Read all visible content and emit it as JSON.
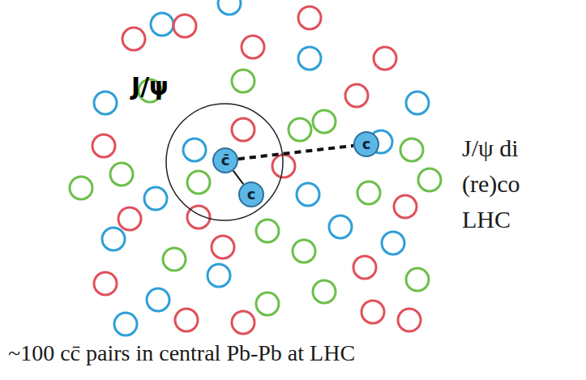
{
  "diagram": {
    "nodes": [
      {
        "text": [
          "J/ψ"
        ]
      },
      {
        "text": [
          "c̄"
        ],
        "in": 0
      },
      {
        "text": [
          "c"
        ],
        "in": 0
      },
      {
        "text": [
          "c"
        ]
      }
    ],
    "edges": [
      {
        "from": 1,
        "to": 2,
        "arrow": "none"
      },
      {
        "from": 1,
        "to": 3,
        "arrow": "none"
      }
    ],
    "labels": [
      "J/ψ di",
      "(re)co",
      "LHC",
      "~100 cc̄ pairs in central Pb-Pb at LHC"
    ]
  }
}
